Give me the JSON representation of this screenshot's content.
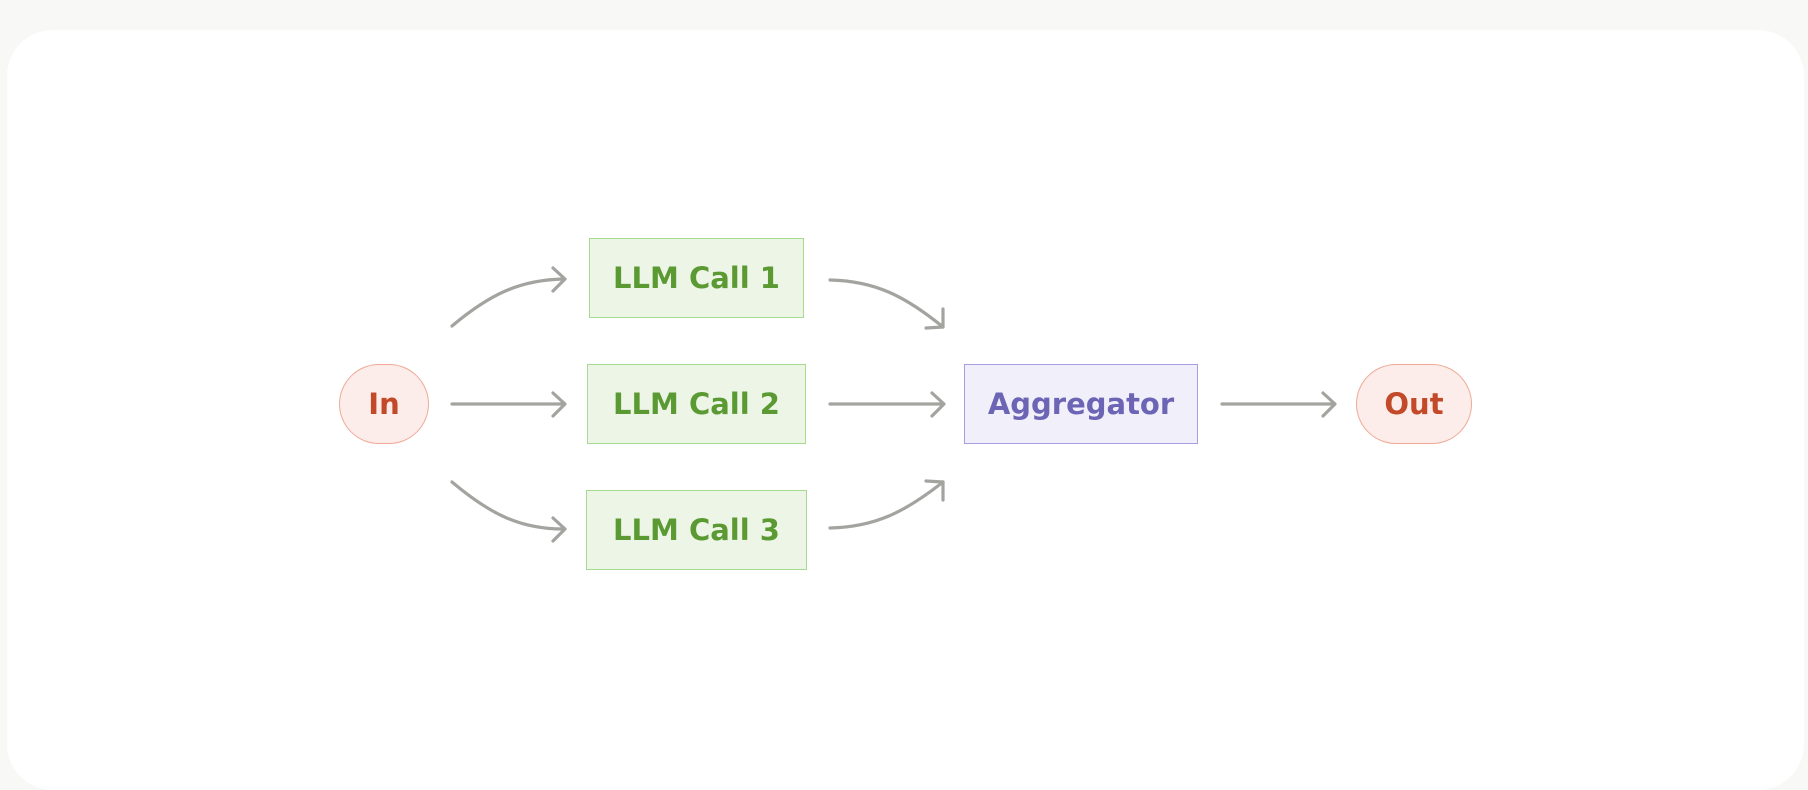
{
  "nodes": {
    "input": {
      "label": "In"
    },
    "llm_calls": [
      {
        "label": "LLM Call 1"
      },
      {
        "label": "LLM Call 2"
      },
      {
        "label": "LLM Call 3"
      }
    ],
    "aggregator": {
      "label": "Aggregator"
    },
    "output": {
      "label": "Out"
    }
  },
  "edges": [
    {
      "from": "In",
      "to": "LLM Call 1"
    },
    {
      "from": "In",
      "to": "LLM Call 2"
    },
    {
      "from": "In",
      "to": "LLM Call 3"
    },
    {
      "from": "LLM Call 1",
      "to": "Aggregator"
    },
    {
      "from": "LLM Call 2",
      "to": "Aggregator"
    },
    {
      "from": "LLM Call 3",
      "to": "Aggregator"
    },
    {
      "from": "Aggregator",
      "to": "Out"
    }
  ],
  "colors": {
    "page_background": "#f8f8f6",
    "canvas_background": "#ffffff",
    "terminal_fill": "#fcecea",
    "terminal_border": "#eeaa97",
    "terminal_text": "#c24a28",
    "llm_fill": "#edf5e7",
    "llm_border": "#a6da8e",
    "llm_text": "#5b9a33",
    "aggregator_fill": "#f1f0fa",
    "aggregator_border": "#a59fe0",
    "aggregator_text": "#6c64b4",
    "arrow": "#a3a39f"
  }
}
